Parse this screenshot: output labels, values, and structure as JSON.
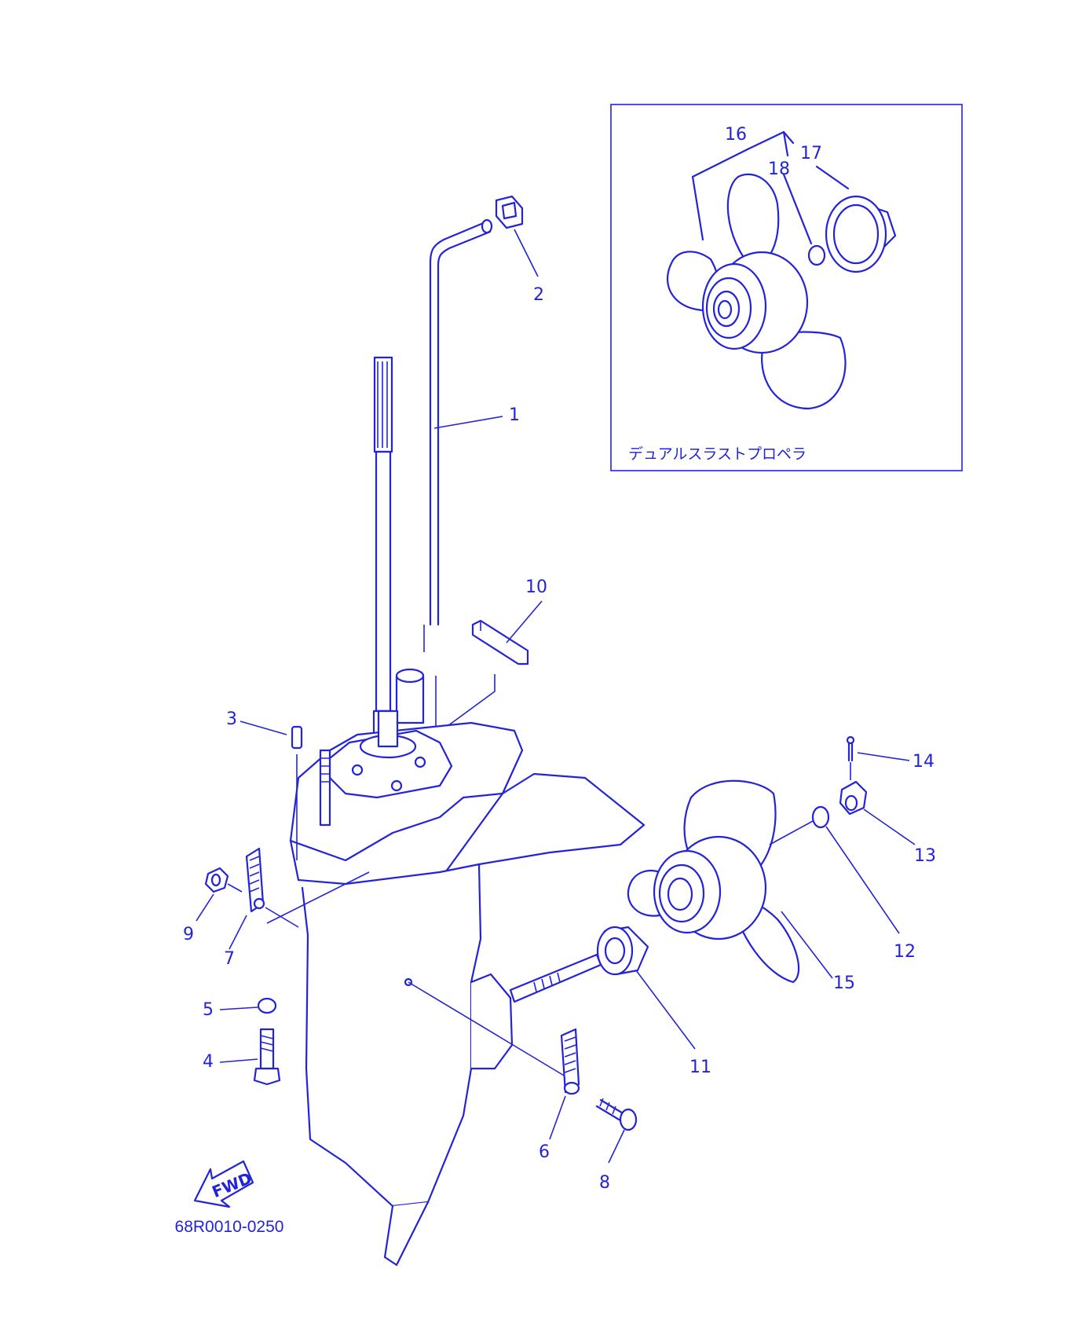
{
  "diagram": {
    "ink_color": "#2323d8",
    "background": "#ffffff",
    "part_labels": [
      "1",
      "2",
      "3",
      "4",
      "5",
      "6",
      "7",
      "8",
      "9",
      "10",
      "11",
      "12",
      "13",
      "14",
      "15",
      "16",
      "17",
      "18"
    ],
    "inset": {
      "caption": "デュアルスラストプロペラ",
      "labels": [
        "16",
        "17",
        "18"
      ]
    },
    "fwd_label": "FWD",
    "drawing_code": "68R0010-0250"
  }
}
